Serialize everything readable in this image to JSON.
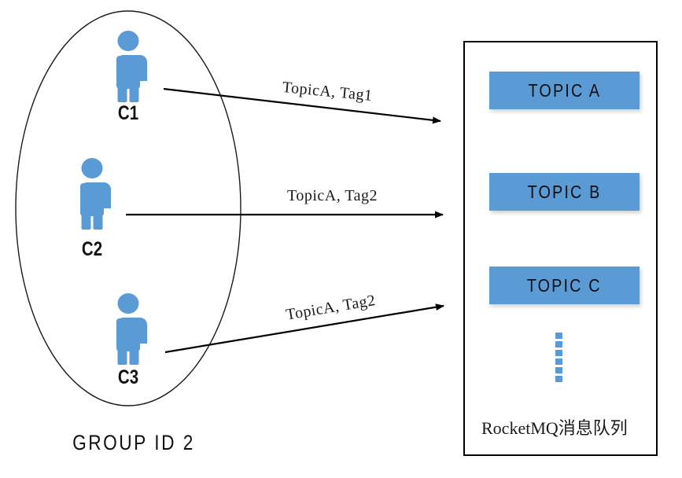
{
  "diagram": {
    "title": "RocketMQ consumer group to topic routing diagram",
    "accent_color": "#5B9BD5",
    "line_color": "#000000",
    "background": "#ffffff"
  },
  "group": {
    "label": "GROUP ID 2",
    "consumers": [
      {
        "id": "c1",
        "label": "C1"
      },
      {
        "id": "c2",
        "label": "C2"
      },
      {
        "id": "c3",
        "label": "C3"
      }
    ]
  },
  "arrows": [
    {
      "id": "arrow-1",
      "label": "TopicA, Tag1",
      "from": "C1",
      "to": "TOPIC A"
    },
    {
      "id": "arrow-2",
      "label": "TopicA, Tag2",
      "from": "C2",
      "to": "TOPIC B"
    },
    {
      "id": "arrow-3",
      "label": "TopicA, Tag2",
      "from": "C3",
      "to": "TOPIC C"
    }
  ],
  "broker": {
    "caption": "RocketMQ消息队列",
    "topics": [
      {
        "id": "topic-a",
        "label": "TOPIC A"
      },
      {
        "id": "topic-b",
        "label": "TOPIC B"
      },
      {
        "id": "topic-c",
        "label": "TOPIC C"
      }
    ],
    "ellipsis_dots": 6
  }
}
